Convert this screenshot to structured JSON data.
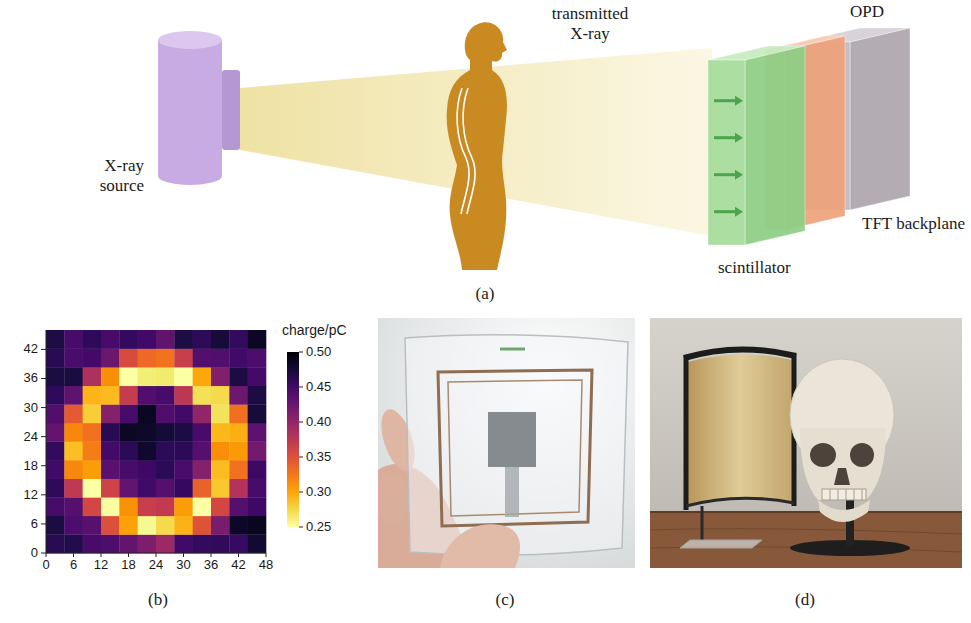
{
  "diagram": {
    "nodes": [
      {
        "text": [
          "X-ray source"
        ]
      },
      {
        "text": [
          "scintillator"
        ]
      },
      {
        "text": [
          "OPD"
        ]
      },
      {
        "text": [
          "TFT backplane"
        ]
      }
    ],
    "labels": [
      "transmitted X-ray",
      "(a)",
      "0",
      "6",
      "12",
      "18",
      "24",
      "30",
      "36",
      "42",
      "0",
      "6",
      "12",
      "18",
      "24",
      "30",
      "36",
      "42",
      "48",
      "charge/pC",
      "0.50",
      "0.45",
      "0.40",
      "0.35",
      "0.30",
      "0.25",
      "(b)",
      "(c)",
      "(d)"
    ]
  }
}
